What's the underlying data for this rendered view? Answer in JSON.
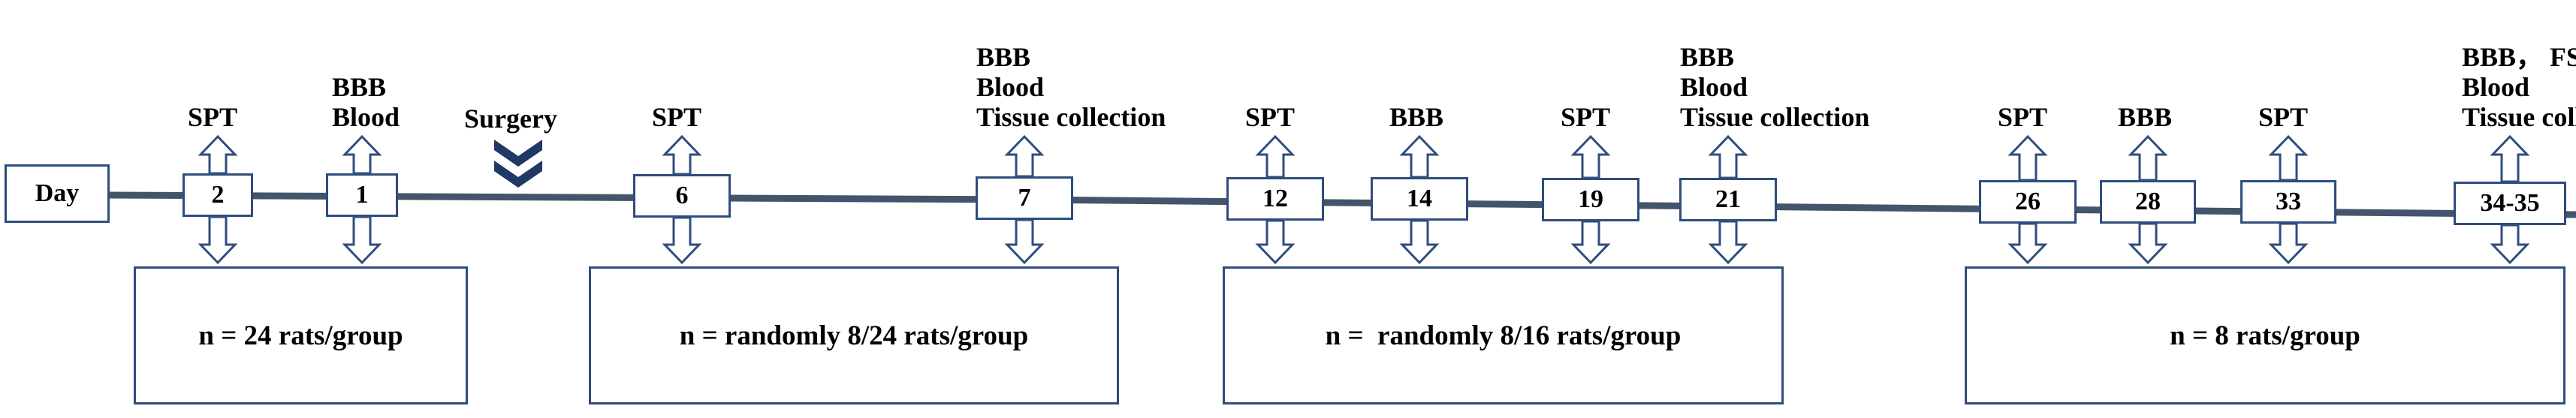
{
  "start_label": "Day",
  "surgery_label": "Surgery",
  "nodes": [
    {
      "day": "2",
      "labels": [
        "SPT"
      ]
    },
    {
      "day": "1",
      "labels": [
        "BBB",
        "Blood"
      ]
    },
    {
      "day": "6",
      "labels": [
        "SPT"
      ]
    },
    {
      "day": "7",
      "labels": [
        "BBB",
        "Blood",
        "Tissue collection"
      ]
    },
    {
      "day": "12",
      "labels": [
        "SPT"
      ]
    },
    {
      "day": "14",
      "labels": [
        "BBB"
      ]
    },
    {
      "day": "19",
      "labels": [
        "SPT"
      ]
    },
    {
      "day": "21",
      "labels": [
        "BBB",
        "Blood",
        "Tissue collection"
      ]
    },
    {
      "day": "26",
      "labels": [
        "SPT"
      ]
    },
    {
      "day": "28",
      "labels": [
        "BBB"
      ]
    },
    {
      "day": "33",
      "labels": [
        "SPT"
      ]
    },
    {
      "day": "34-35",
      "labels": [
        "BBB， FST",
        "Blood",
        "Tissue collection"
      ]
    }
  ],
  "groups": [
    {
      "text": "n = 24 rats/group"
    },
    {
      "text": "n = randomly 8/24 rats/group"
    },
    {
      "text": "n =  randomly 8/16 rats/group"
    },
    {
      "text": "n = 8 rats/group"
    }
  ],
  "colors": {
    "line": "#44546a",
    "border": "#2f4d7d"
  }
}
